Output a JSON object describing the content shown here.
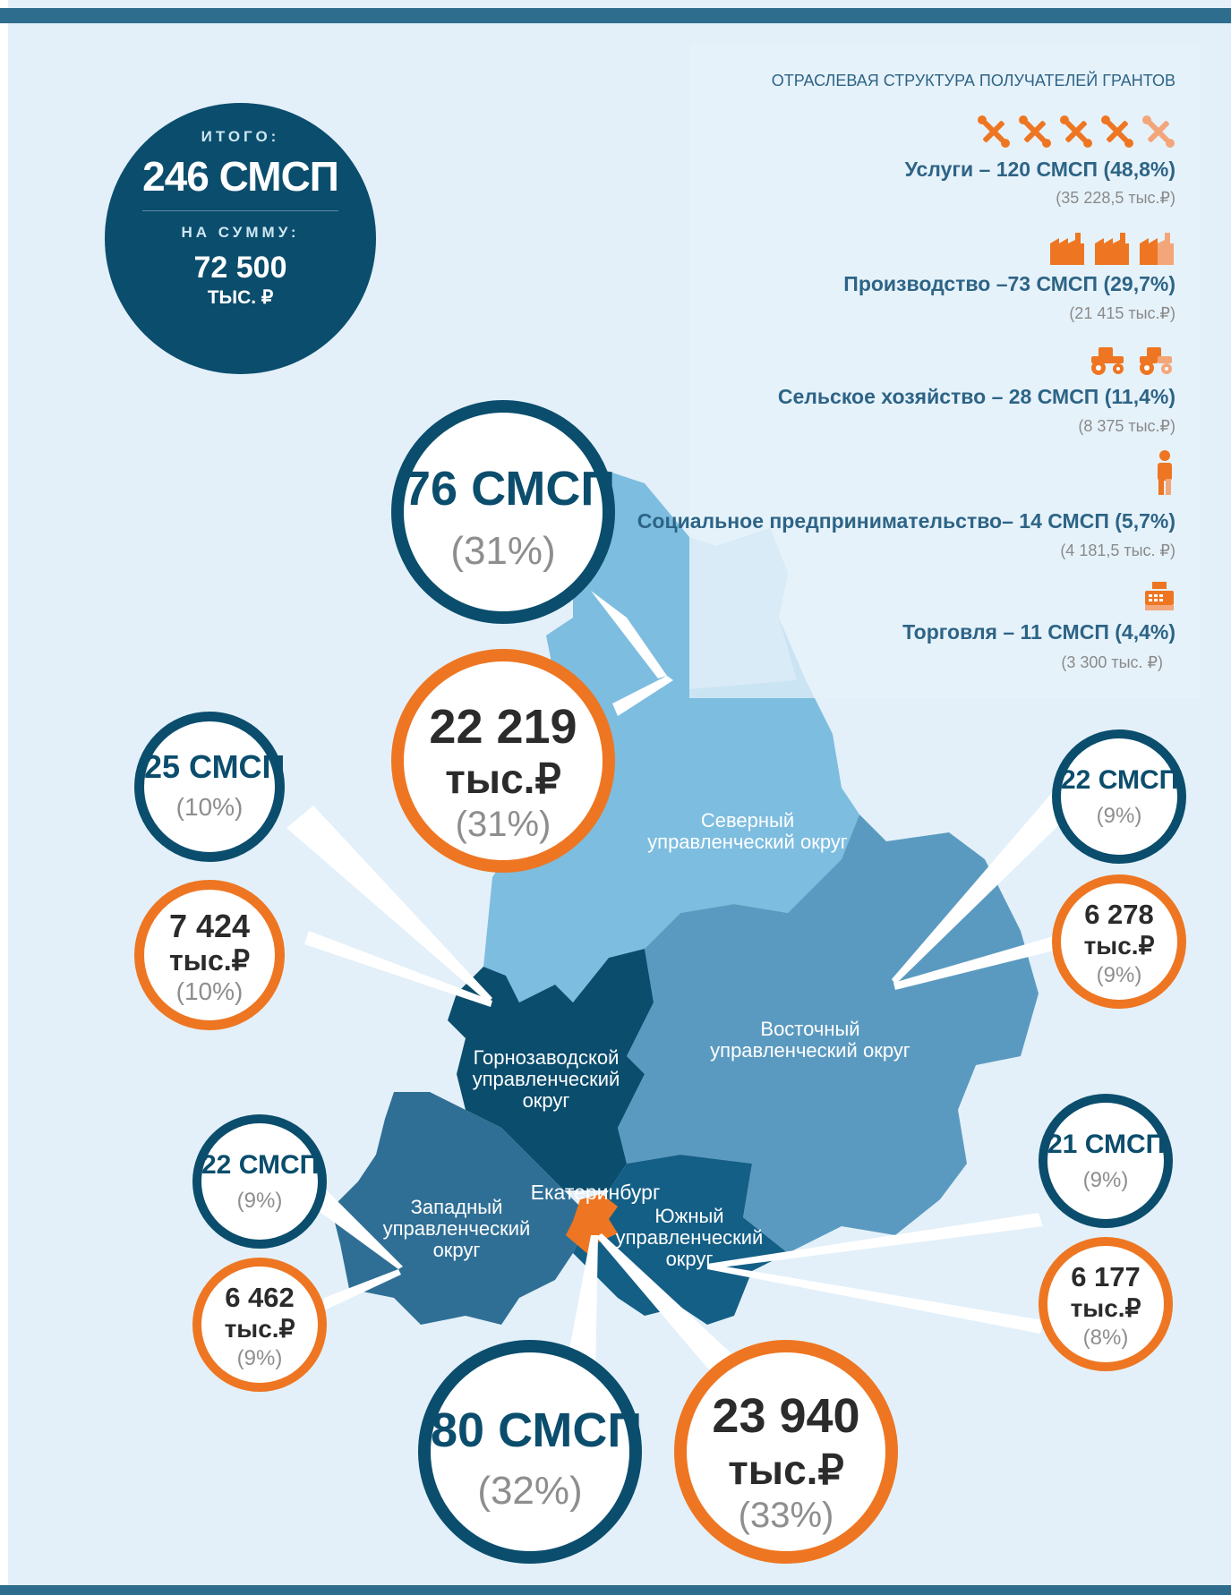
{
  "total": {
    "label_top": "ИТОГО:",
    "count": "246 СМСП",
    "label_sum": "НА СУММУ:",
    "sum": "72 500",
    "sum_unit": "ТЫС. ₽"
  },
  "sectors": {
    "title": "ОТРАСЛЕВАЯ СТРУКТУРА  ПОЛУЧАТЕЛЕЙ ГРАНТОВ",
    "items": [
      {
        "icon": "tools-icon",
        "icon_count": 5,
        "name": "Услуги – 120 СМСП (48,8%)",
        "sum": "(35 228,5 тыс.₽)"
      },
      {
        "icon": "factory-icon",
        "icon_count": 3,
        "name": "Производство –73 СМСП (29,7%)",
        "sum": "(21 415  тыс.₽)"
      },
      {
        "icon": "tractor-icon",
        "icon_count": 2,
        "name": "Сельское хозяйство –  28 СМСП (11,4%)",
        "sum": "(8 375  тыс.₽)"
      },
      {
        "icon": "person-icon",
        "icon_count": 1,
        "name": "Социальное предпринимательство– 14 СМСП (5,7%)",
        "sum": "(4 181,5 тыс. ₽)"
      },
      {
        "icon": "cash-register-icon",
        "icon_count": 1,
        "name": "Торговля  – 11 СМСП (4,4%)",
        "sum": "(3 300 тыс. ₽)"
      }
    ]
  },
  "districts": {
    "north": {
      "label": "Северный\nуправленческий округ",
      "count": "76 СМСП",
      "count_pct": "(31%)",
      "sum": "22 219",
      "unit": "тыс.₽",
      "sum_pct": "(31%)"
    },
    "gorno": {
      "label": "Горнозаводской\nуправленческий\nокруг",
      "count": "25 СМСП",
      "count_pct": "(10%)",
      "sum": "7 424",
      "unit": "тыс.₽",
      "sum_pct": "(10%)"
    },
    "east": {
      "label": "Восточный\nуправленческий округ",
      "count": "22 СМСП",
      "count_pct": "(9%)",
      "sum": "6 278",
      "unit": "тыс.₽",
      "sum_pct": "(9%)"
    },
    "west": {
      "label": "Западный\nуправленческий\nокруг",
      "count": "22 СМСП",
      "count_pct": "(9%)",
      "sum": "6 462",
      "unit": "тыс.₽",
      "sum_pct": "(9%)"
    },
    "south": {
      "label": "Южный\nуправленческий\nокруг",
      "count": "21 СМСП",
      "count_pct": "(9%)",
      "sum": "6 177",
      "unit": "тыс.₽",
      "sum_pct": "(8%)"
    },
    "ekb": {
      "label": "Екатеринбург",
      "count": "80 СМСП",
      "count_pct": "(32%)",
      "sum": "23 940",
      "unit": "тыс.₽",
      "sum_pct": "(33%)"
    }
  },
  "colors": {
    "north": "#7dbde0",
    "east": "#5b9ac0",
    "west": "#2f6f95",
    "gorno": "#0b4d6d",
    "south": "#145f86",
    "ekb": "#ee7622",
    "accent_orange": "#ee7622",
    "dark_blue": "#0b4d6d"
  }
}
